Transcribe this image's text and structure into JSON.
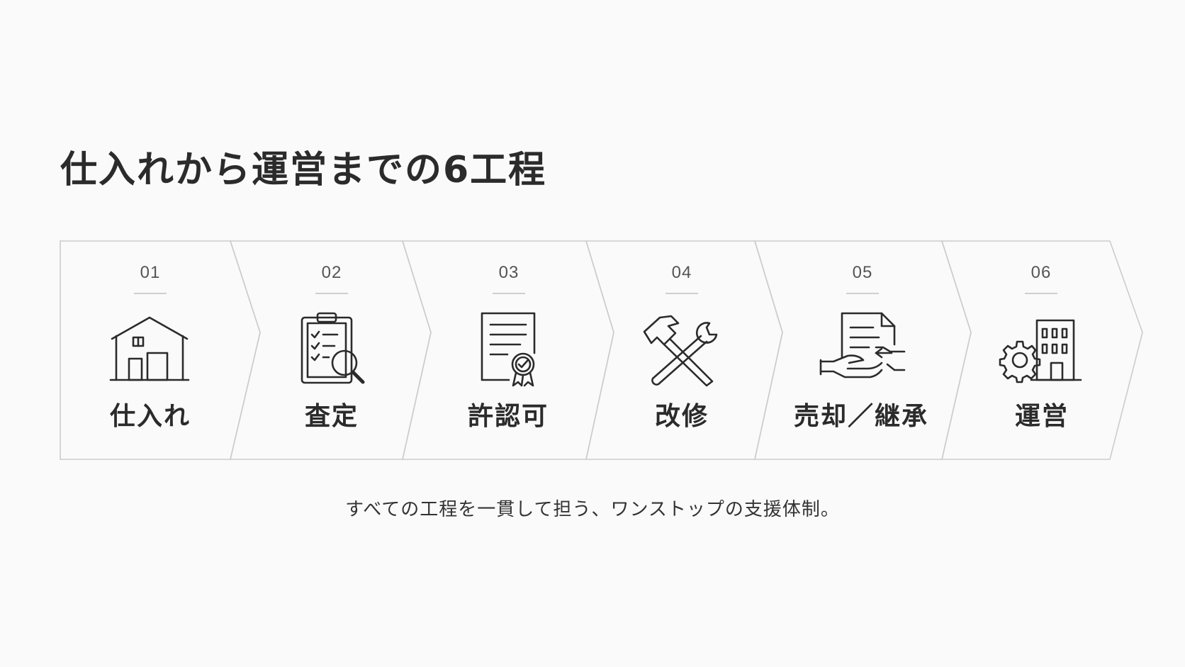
{
  "title": "仕入れから運営までの6工程",
  "steps": [
    {
      "number": "01",
      "label": "仕入れ",
      "icon": "warehouse-icon"
    },
    {
      "number": "02",
      "label": "査定",
      "icon": "clipboard-magnifier-icon"
    },
    {
      "number": "03",
      "label": "許認可",
      "icon": "certificate-icon"
    },
    {
      "number": "04",
      "label": "改修",
      "icon": "hammer-wrench-icon"
    },
    {
      "number": "05",
      "label": "売却／継承",
      "icon": "document-handover-icon"
    },
    {
      "number": "06",
      "label": "運営",
      "icon": "building-gear-icon"
    }
  ],
  "caption": "すべての工程を一貫して担う、ワンストップの支援体制。",
  "colors": {
    "background": "#fafafa",
    "border": "#cccccc",
    "text": "#2b2b2b",
    "number": "#555555"
  }
}
